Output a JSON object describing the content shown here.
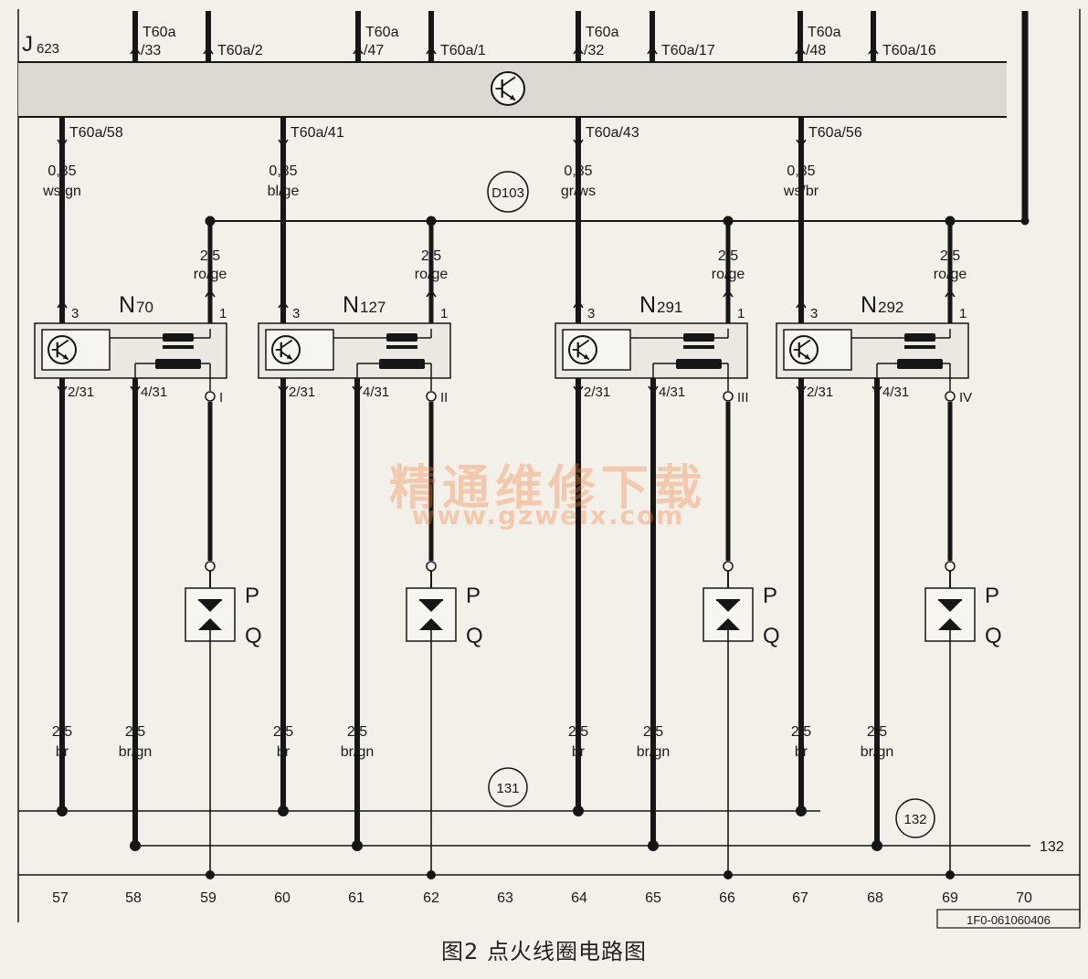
{
  "ecu": {
    "name": "J",
    "subscript": "623",
    "top_pins": [
      "T60a\n/33",
      "T60a/2",
      "T60a\n/47",
      "T60a/1",
      "T60a\n/32",
      "T60a/17",
      "T60a\n/48",
      "T60a/16"
    ],
    "bottom_pins": [
      "T60a/58",
      "T60a/41",
      "T60a/43",
      "T60a/56"
    ]
  },
  "ground_point": "D103",
  "coils": [
    {
      "name": "N",
      "sub": "70",
      "wire_size": "0,35",
      "wire_color": "ws/gn",
      "supply_size": "2,5",
      "supply_color": "ro/ge",
      "pin_signal": "3",
      "pin_supply": "1",
      "pin_ground1": "2/31",
      "pin_ground2": "4/31",
      "spark": "I",
      "ground1_size": "2,5",
      "ground1_color": "br",
      "ground2_size": "2,5",
      "ground2_color": "br/gn"
    },
    {
      "name": "N",
      "sub": "127",
      "wire_size": "0,35",
      "wire_color": "bl/ge",
      "supply_size": "2,5",
      "supply_color": "ro/ge",
      "pin_signal": "3",
      "pin_supply": "1",
      "pin_ground1": "2/31",
      "pin_ground2": "4/31",
      "spark": "II",
      "ground1_size": "2,5",
      "ground1_color": "br",
      "ground2_size": "2,5",
      "ground2_color": "br/gn"
    },
    {
      "name": "N",
      "sub": "291",
      "wire_size": "0,35",
      "wire_color": "gr/ws",
      "supply_size": "2,5",
      "supply_color": "ro/ge",
      "pin_signal": "3",
      "pin_supply": "1",
      "pin_ground1": "2/31",
      "pin_ground2": "4/31",
      "spark": "III",
      "ground1_size": "2,5",
      "ground1_color": "br",
      "ground2_size": "2,5",
      "ground2_color": "br/gn"
    },
    {
      "name": "N",
      "sub": "292",
      "wire_size": "0,35",
      "wire_color": "ws/br",
      "supply_size": "2,5",
      "supply_color": "ro/ge",
      "pin_signal": "3",
      "pin_supply": "1",
      "pin_ground1": "2/31",
      "pin_ground2": "4/31",
      "spark": "IV",
      "ground1_size": "2,5",
      "ground1_color": "br",
      "ground2_size": "2,5",
      "ground2_color": "br/gn"
    }
  ],
  "spark_plug_labels": {
    "p": "P",
    "q": "Q"
  },
  "ground_points": {
    "g131": "131",
    "g132": "132",
    "line_ref": "132"
  },
  "column_numbers": [
    "57",
    "58",
    "59",
    "60",
    "61",
    "62",
    "63",
    "64",
    "65",
    "66",
    "67",
    "68",
    "69",
    "70"
  ],
  "doc_ref": "1F0-061060406",
  "watermark": {
    "cn": "精通维修下载",
    "url": "www.gzweix.com"
  },
  "caption": "图2  点火线圈电路图"
}
